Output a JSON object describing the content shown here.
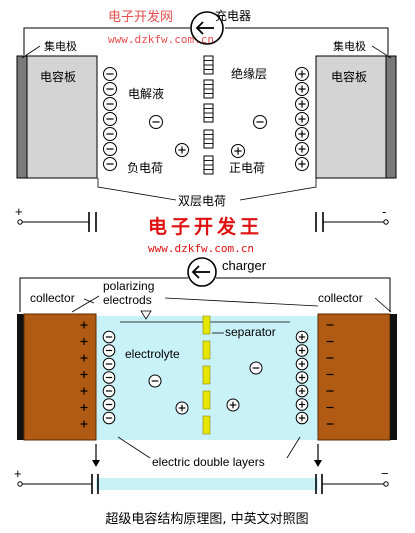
{
  "watermark": {
    "site_name": "电子开发网",
    "site_url": "www.dzkfw.com.cn",
    "center_brand": "电子开发王",
    "center_url": "www.dzkfw.com.cn"
  },
  "top_diagram": {
    "charger_label": "充电器",
    "left_collector_label": "集电极",
    "right_collector_label": "集电极",
    "left_plate_label": "电容板",
    "right_plate_label": "电容板",
    "electrolyte_label": "电解液",
    "separator_label": "绝缘层",
    "negative_charge_label": "负电荷",
    "positive_charge_label": "正电荷",
    "double_layer_label": "双层电荷",
    "plus_terminal": "+",
    "minus_terminal": "-"
  },
  "bottom_diagram": {
    "charger_label": "charger",
    "left_collector_label": "collector",
    "right_collector_label": "collector",
    "polarizing_line1": "polarizing",
    "polarizing_line2": "electrods",
    "separator_label": "separator",
    "electrolyte_label": "electrolyte",
    "double_layer_label": "electric double layers",
    "plus_terminal": "+",
    "minus_terminal": "−"
  },
  "caption": "超级电容结构原理图, 中英文对照图",
  "colors": {
    "top_plate": "#d4d4d4",
    "top_collector": "#7a7a7a",
    "bottom_plate": "#b05a14",
    "bottom_collector": "#111111",
    "electrolyte": "#c8f2f7",
    "separator_yellow": "#e6e600",
    "red_text": "#e01010"
  },
  "icons": {
    "charger_symbol": "circle-arrow-left-icon",
    "minus_ion": "circled-minus-icon",
    "plus_ion": "circled-plus-icon"
  }
}
